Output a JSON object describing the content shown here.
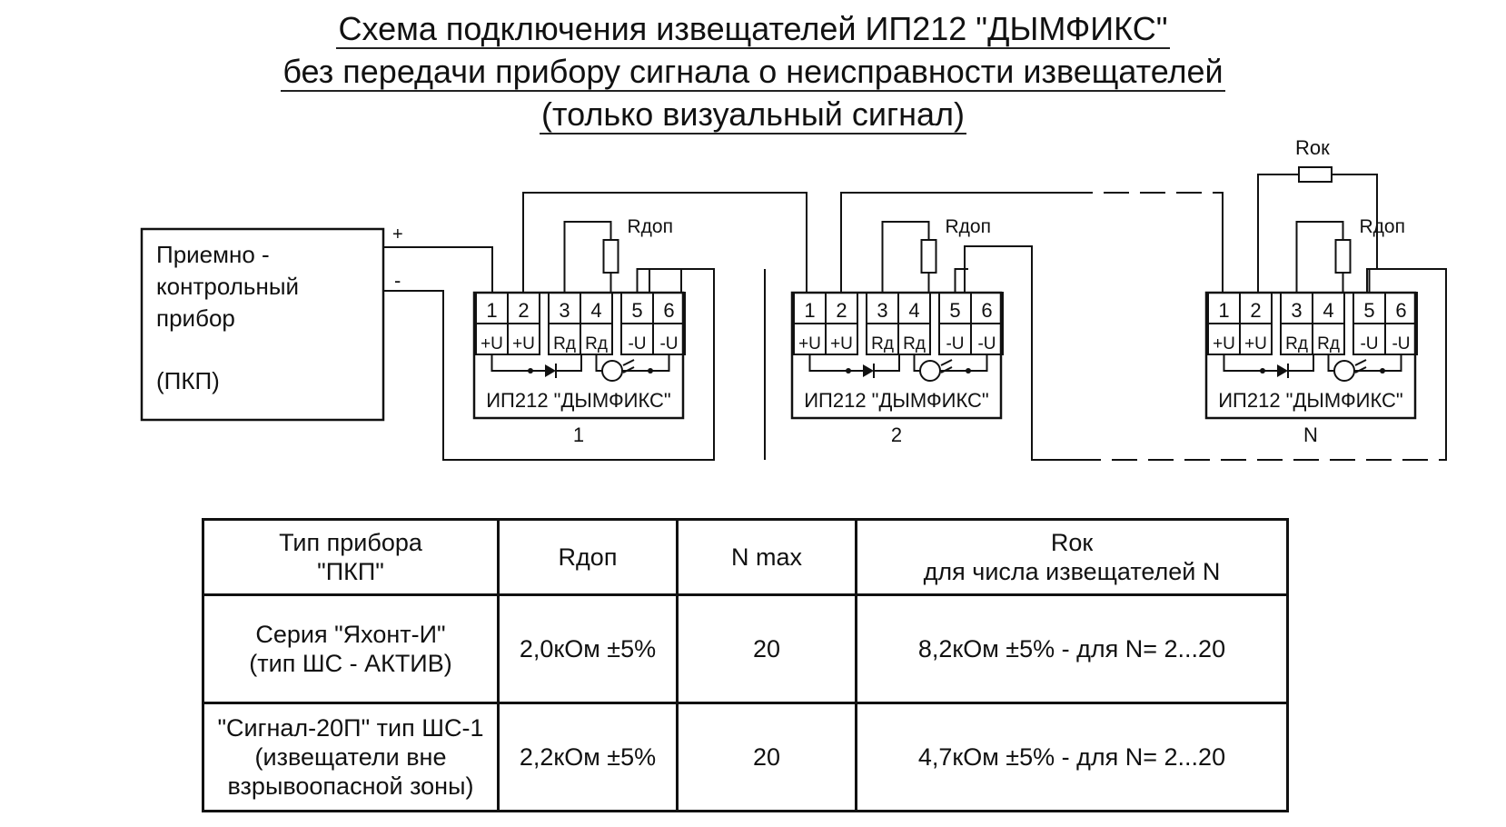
{
  "title": {
    "line1": "Схема подключения извещателей ИП212 \"ДЫМФИКС\"",
    "line2": "без передачи прибору сигнала о неисправности извещателей",
    "line3": "(только визуальный сигнал)"
  },
  "panel": {
    "line1": "Приемно -",
    "line2": "контрольный",
    "line3": "прибор",
    "line4": "(ПКП)",
    "plus": "+",
    "minus": "-"
  },
  "detectors": [
    {
      "label": "ИП212 \"ДЫМФИКС\"",
      "number": "1",
      "resistor": "Rдоп"
    },
    {
      "label": "ИП212 \"ДЫМФИКС\"",
      "number": "2",
      "resistor": "Rдоп"
    },
    {
      "label": "ИП212 \"ДЫМФИКС\"",
      "number": "N",
      "resistor": "Rдоп"
    }
  ],
  "terminals": {
    "numbers": [
      "1",
      "2",
      "3",
      "4",
      "5",
      "6"
    ],
    "names": [
      "+U",
      "+U",
      "Rд",
      "Rд",
      "-U",
      "-U"
    ]
  },
  "end_resistor": "Rок",
  "table": {
    "headers": [
      [
        "Тип прибора",
        "\"ПКП\""
      ],
      [
        "Rдоп"
      ],
      [
        "N max"
      ],
      [
        "Rок",
        "для числа извещателей N"
      ]
    ],
    "rows": [
      [
        [
          "Серия \"Яхонт-И\"",
          "(тип ШС - АКТИВ)"
        ],
        [
          "2,0кОм ±5%"
        ],
        [
          "20"
        ],
        [
          "8,2кОм ±5% - для N=  2...20"
        ]
      ],
      [
        [
          "\"Сигнал-20П\" тип ШС-1",
          "(извещатели вне",
          "взрывоопасной зоны)"
        ],
        [
          "2,2кОм ±5%"
        ],
        [
          "20"
        ],
        [
          "4,7кОм ±5% - для N=  2...20"
        ]
      ]
    ]
  }
}
